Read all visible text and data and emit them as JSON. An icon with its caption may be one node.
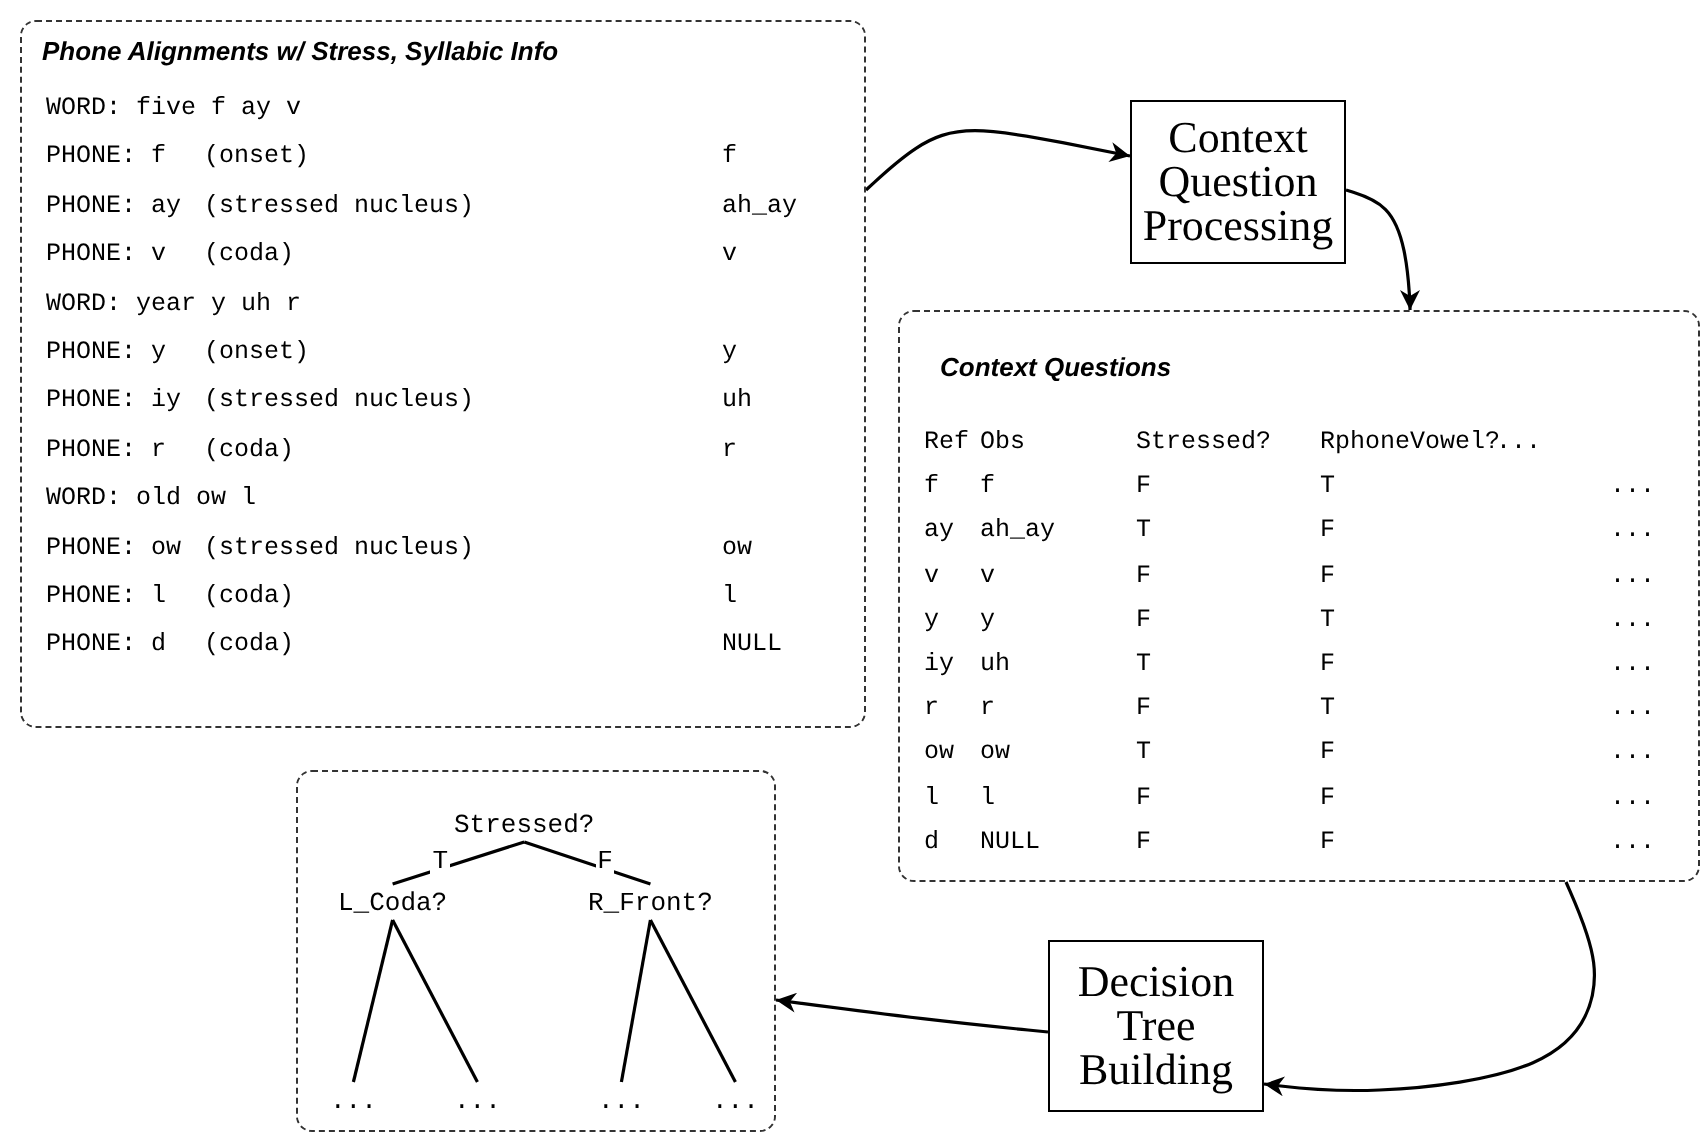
{
  "diagram": {
    "nodes": [
      {
        "text": [
          "Phone Alignments w/ Stress, Syllabic Info",
          "WORD: five f ay v",
          "PHONE: f",
          "(onset)",
          "f",
          "PHONE: ay",
          "(stressed nucleus)",
          "ah_ay",
          "PHONE: v",
          "(coda)",
          "v",
          "WORD: year y uh r",
          "PHONE: y",
          "(onset)",
          "y",
          "PHONE: iy",
          "(stressed nucleus)",
          "uh",
          "PHONE: r",
          "(coda)",
          "r",
          "WORD: old ow l",
          "PHONE: ow",
          "(stressed nucleus)",
          "ow",
          "PHONE: l",
          "(coda)",
          "l",
          "PHONE: d",
          "(coda)",
          "NULL"
        ]
      },
      {
        "text": [
          "Context Question Processing"
        ]
      },
      {
        "text": [
          "Context Questions",
          "Ref",
          "Obs",
          "Stressed?",
          "RphoneVowel?",
          "...",
          "f",
          "f",
          "F",
          "T",
          "...",
          "ay",
          "ah_ay",
          "T",
          "F",
          "...",
          "v",
          "v",
          "F",
          "F",
          "...",
          "y",
          "y",
          "F",
          "T",
          "...",
          "iy",
          "uh",
          "T",
          "F",
          "...",
          "r",
          "r",
          "F",
          "T",
          "...",
          "ow",
          "ow",
          "T",
          "F",
          "...",
          "l",
          "l",
          "F",
          "F",
          "...",
          "d",
          "NULL",
          "F",
          "F",
          "..."
        ]
      },
      {
        "text": [
          "Decision Tree Building"
        ]
      },
      {
        "text": [],
        "shape": "box"
      },
      {
        "text": [
          "Stressed?"
        ],
        "in": 4
      },
      {
        "text": [
          "L_Coda?"
        ],
        "in": 4
      },
      {
        "text": [
          "R_Front?"
        ],
        "in": 4
      },
      {
        "text": [
          "..."
        ],
        "in": 4
      },
      {
        "text": [
          "..."
        ],
        "in": 4
      },
      {
        "text": [
          "..."
        ],
        "in": 4
      },
      {
        "text": [
          "..."
        ],
        "in": 4
      }
    ],
    "edges": [
      {
        "from": 0,
        "to": 1,
        "arrow": "to"
      },
      {
        "from": 1,
        "to": 2,
        "arrow": "to"
      },
      {
        "from": 2,
        "to": 3,
        "arrow": "to"
      },
      {
        "from": 3,
        "to": 4,
        "arrow": "to"
      },
      {
        "from": 5,
        "to": 6,
        "arrow": "none",
        "label": "T"
      },
      {
        "from": 5,
        "to": 7,
        "arrow": "none",
        "label": "F"
      },
      {
        "from": 6,
        "to": 8,
        "arrow": "none"
      },
      {
        "from": 6,
        "to": 9,
        "arrow": "none"
      },
      {
        "from": 7,
        "to": 10,
        "arrow": "none"
      },
      {
        "from": 7,
        "to": 11,
        "arrow": "none"
      }
    ]
  }
}
